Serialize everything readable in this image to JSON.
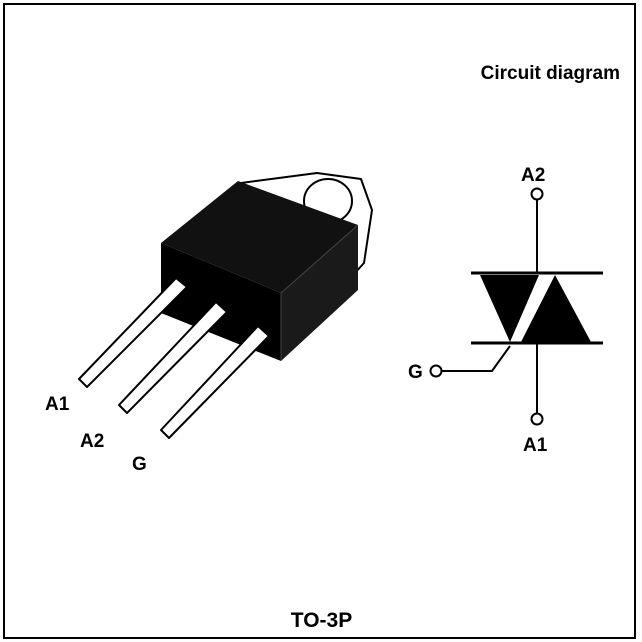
{
  "circuit_title": "Circuit diagram",
  "package_name": "TO-3P",
  "package_pins": [
    "A1",
    "A2",
    "G"
  ],
  "symbol_pins": {
    "top": "A2",
    "gate": "G",
    "bottom": "A1"
  }
}
